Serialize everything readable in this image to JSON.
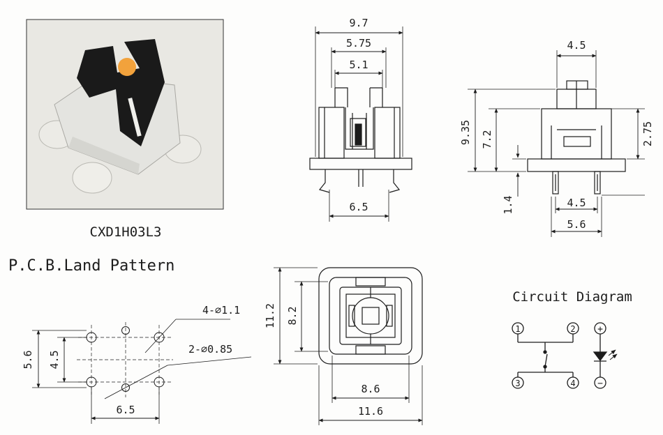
{
  "product": {
    "model": "CXD1H03L3"
  },
  "front_view": {
    "width_overall": "9.7",
    "width_mid": "5.75",
    "width_inner": "5.1",
    "pin_spacing": "6.5"
  },
  "side_view": {
    "top_width": "4.5",
    "height_overall": "9.35",
    "height_body": "7.2",
    "height_upper": "2.75",
    "pin_length": "1.4",
    "pin_spacing": "4.5",
    "base_width": "5.6"
  },
  "top_view": {
    "height_overall": "11.2",
    "height_inner": "8.2",
    "width_inner": "8.6",
    "width_overall": "11.6"
  },
  "pcb_land_pattern": {
    "title": "P.C.B.Land Pattern",
    "hole_large": "4-⌀1.1",
    "hole_small": "2-⌀0.85",
    "height_overall": "5.6",
    "height_inner": "4.5",
    "width": "6.5"
  },
  "circuit_diagram": {
    "title": "Circuit Diagram",
    "pins": [
      "1",
      "2",
      "3",
      "4"
    ],
    "led_plus": "+",
    "led_minus": "−"
  },
  "colors": {
    "ink": "#1c1c1c",
    "photo_bg": "#e9e8e3",
    "housing": "#e4e4e0",
    "actuator": "#1a1a1a",
    "led": "#f2a23c"
  }
}
